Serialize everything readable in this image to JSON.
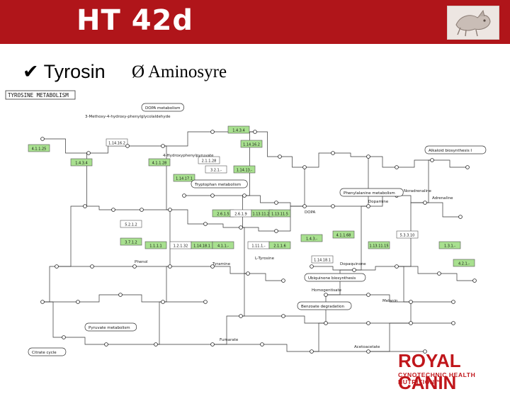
{
  "header": {
    "title": "HT 42d"
  },
  "bullets": [
    {
      "marker": "✔",
      "text": "Tyrosin"
    },
    {
      "marker": "Ø",
      "text": "Aminosyre"
    }
  ],
  "diagram": {
    "map_title": "TYROSINE METABOLISM",
    "ec_numbers": [
      "4.1.1.25",
      "1.4.3.4",
      "1.14.16.2",
      "4.1.1.28",
      "1.14.17.1",
      "2.1.1.28",
      "1.4.3.4",
      "1.14.16.2",
      "3.2.1.-",
      "1.14.13.-",
      "2.6.1.5",
      "2.6.1.9",
      "1.13.11.27",
      "1.13.11.5",
      "5.2.1.2",
      "3.7.1.2",
      "1.1.1.1",
      "1.2.1.32",
      "1.14.18.1",
      "4.1.1.-",
      "1.11.1.-",
      "2.1.1.6",
      "1.4.3.-",
      "1.14.18.1",
      "4.1.1.68",
      "1.13.11.15",
      "5.3.3.10",
      "1.3.1.-",
      "4.2.1.-"
    ],
    "compound_labels": [
      "DOPA",
      "Dopamine",
      "Noradrenaline",
      "Adrenaline",
      "Tyramine",
      "Homogentisate",
      "Fumarate",
      "Acetoacetate",
      "Melanin",
      "Dopaquinone",
      "L-Tyrosine",
      "Phenol",
      "3-Methoxy-4-hydroxy-phenylglycolaldehyde",
      "4-Hydroxyphenylpyruvate"
    ],
    "pathway_boxes": [
      "DOPA metabolism",
      "Pyruvate metabolism",
      "Citrate cycle",
      "Tryptophan metabolism",
      "Phenylalanine metabolism",
      "Ubiquinone biosynthesis",
      "Alkaloid biosynthesis I",
      "Benzoate degradation"
    ]
  },
  "brand": {
    "name": "ROYAL CANIN",
    "tagline": "CYNOTECHNIC HEALTH NUTRITION™"
  },
  "colors": {
    "header": "#b0151a",
    "brand": "#c0161b",
    "enzyme_green": "#a8e08f",
    "line": "#333333"
  }
}
